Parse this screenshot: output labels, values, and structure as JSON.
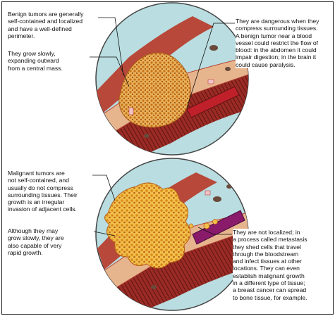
{
  "panels": [
    {
      "labels": [
        "Benign tumors are generally\nself-contained and localized\nand have a well-defined\nperimeter.",
        "They grow slowly,\nexpanding outward\nfrom a central mass.",
        "They are dangerous when they\ncompress surrounding tissues.\nA benign tumor near a blood\nvessel could restrict the flow of\nblood: in the abdomen it could\nimpair digestion; in the brain it\ncould cause paralysis."
      ]
    },
    {
      "labels": [
        "Malignant tumors are\nnot self-contained, and\nusually do not compress\nsurrounding tissues. Their\ngrowth is an irregular\ninvasion of adjacent cells.",
        "Although they may\ngrow slowly, they are\nalso capable of very\nrapid growth.",
        "They are not localized; in\na process called metastasis\nthey shed cells that travel\nthrough the bloodstream\nand infect tissues at other\nlocations. They can even\nestablish malignant growth\nin a different type of tissue;\na breast cancer can spread\nto bone tissue, for example."
      ]
    }
  ],
  "colors": {
    "background_circle": "#b9dde0",
    "tissue_dark": "#7a1f1f",
    "tissue_mid": "#b8483a",
    "tissue_light": "#e2a77f",
    "tumor_fill": "#e6b25c",
    "tumor_dots": "#c8701c",
    "vessel": "#c0202a"
  }
}
